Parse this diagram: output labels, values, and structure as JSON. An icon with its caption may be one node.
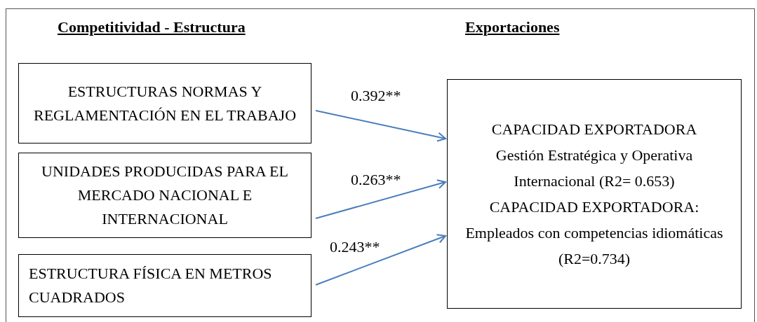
{
  "diagram": {
    "nodes": [
      {
        "text": [
          "ESTRUCTURAS NORMAS Y REGLAMENTACIÓN EN EL TRABAJO"
        ]
      },
      {
        "text": [
          "UNIDADES PRODUCIDAS PARA EL MERCADO NACIONAL E INTERNACIONAL"
        ]
      },
      {
        "text": [
          "ESTRUCTURA FÍSICA EN METROS CUADRADOS"
        ]
      },
      {
        "text": [
          "CAPACIDAD EXPORTADORA",
          "Gestión Estratégica y Operativa Internacional (R2= 0.653)",
          "CAPACIDAD EXPORTADORA:",
          "Empleados con competencias idiomáticas",
          "(R2=0.734)"
        ]
      }
    ],
    "edges": [
      {
        "from": 0,
        "to": 3,
        "arrow": "to",
        "label": "0.392**"
      },
      {
        "from": 1,
        "to": 3,
        "arrow": "to",
        "label": "0.263**"
      },
      {
        "from": 2,
        "to": 3,
        "arrow": "to",
        "label": "0.243**"
      }
    ],
    "labels": [
      "Competitividad - Estructura",
      "Exportaciones"
    ]
  }
}
